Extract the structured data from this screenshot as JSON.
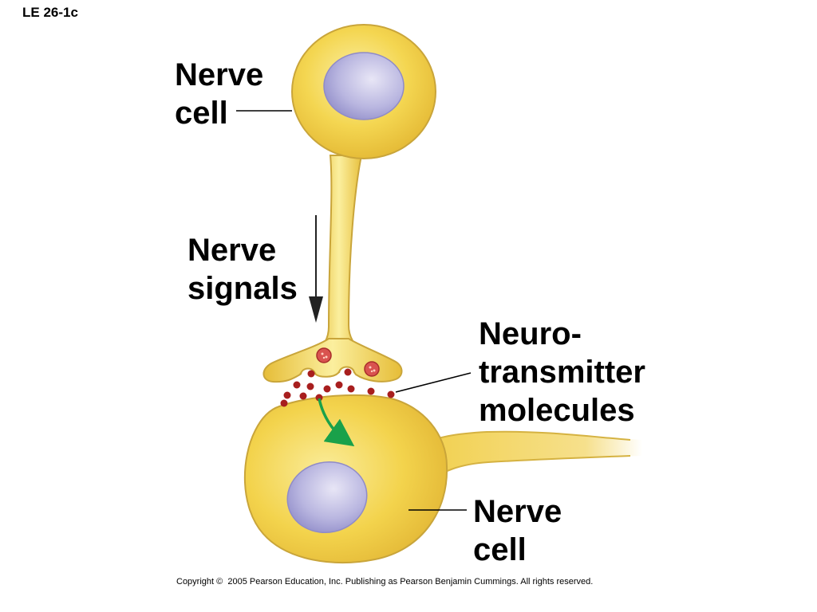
{
  "figure_id": "LE 26-1c",
  "labels": {
    "top_cell": "Nerve\ncell",
    "signals": "Nerve\nsignals",
    "neurotransmitter": "Neuro-\ntransmitter\nmolecules",
    "bottom_cell": "Nerve\ncell"
  },
  "copyright": "Copyright ©  2005 Pearson Education, Inc. Publishing as Pearson Benjamin Cummings. All rights reserved.",
  "colors": {
    "cell_body": "#f2d247",
    "cell_outline": "#c9a53a",
    "nucleus": "#b7b4de",
    "vesicle": "#c0392b",
    "neurotransmitter": "#a81e1e",
    "transmission_arrow": "#1aa14a",
    "signal_arrow": "#222222"
  }
}
